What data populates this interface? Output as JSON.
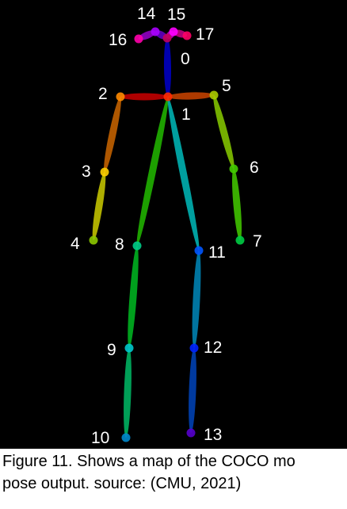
{
  "figure": {
    "background": "#000000",
    "keypoints": [
      {
        "id": "0",
        "color": "#c2005b"
      },
      {
        "id": "1",
        "color": "#ff2a00"
      },
      {
        "id": "2",
        "color": "#ff8a00"
      },
      {
        "id": "3",
        "color": "#ffd000"
      },
      {
        "id": "4",
        "color": "#8cc800"
      },
      {
        "id": "5",
        "color": "#aacc00"
      },
      {
        "id": "6",
        "color": "#44cc00"
      },
      {
        "id": "7",
        "color": "#00cc44"
      },
      {
        "id": "8",
        "color": "#00cc88"
      },
      {
        "id": "9",
        "color": "#00c8cc"
      },
      {
        "id": "10",
        "color": "#0088cc"
      },
      {
        "id": "11",
        "color": "#0055ff"
      },
      {
        "id": "12",
        "color": "#0022ff"
      },
      {
        "id": "13",
        "color": "#5500cc"
      },
      {
        "id": "14",
        "color": "#aa00ff"
      },
      {
        "id": "15",
        "color": "#ff00ff"
      },
      {
        "id": "16",
        "color": "#ff00aa"
      },
      {
        "id": "17",
        "color": "#ff0066"
      }
    ],
    "limbs": [
      {
        "from": "1",
        "to": "0",
        "color": "#0000cc"
      },
      {
        "from": "1",
        "to": "2",
        "color": "#cc0000"
      },
      {
        "from": "1",
        "to": "5",
        "color": "#cc4400"
      },
      {
        "from": "2",
        "to": "3",
        "color": "#cc6600"
      },
      {
        "from": "3",
        "to": "4",
        "color": "#cccc00"
      },
      {
        "from": "5",
        "to": "6",
        "color": "#88cc00"
      },
      {
        "from": "6",
        "to": "7",
        "color": "#44cc00"
      },
      {
        "from": "1",
        "to": "8",
        "color": "#22bb00"
      },
      {
        "from": "8",
        "to": "9",
        "color": "#00bb22"
      },
      {
        "from": "9",
        "to": "10",
        "color": "#00bb66"
      },
      {
        "from": "1",
        "to": "11",
        "color": "#00bbbb"
      },
      {
        "from": "11",
        "to": "12",
        "color": "#0088bb"
      },
      {
        "from": "12",
        "to": "13",
        "color": "#0044bb"
      },
      {
        "from": "0",
        "to": "14",
        "color": "#6600cc"
      },
      {
        "from": "0",
        "to": "15",
        "color": "#cc00cc"
      },
      {
        "from": "14",
        "to": "16",
        "color": "#9900cc"
      },
      {
        "from": "15",
        "to": "17",
        "color": "#cc0088"
      }
    ]
  },
  "caption": {
    "line1": "Figure 11. Shows a map of the COCO mo",
    "line2": "pose output. source: (CMU, 2021)"
  }
}
